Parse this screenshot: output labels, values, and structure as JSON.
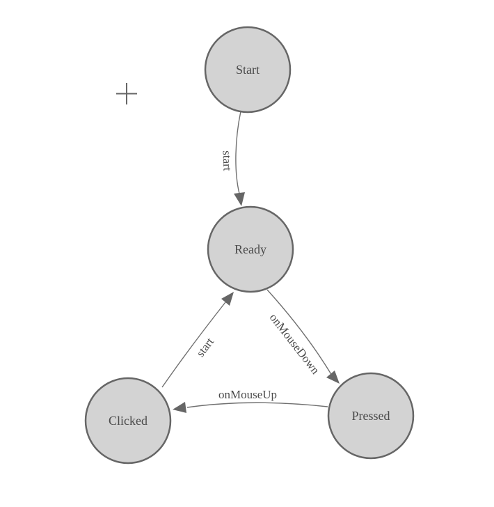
{
  "diagram": {
    "nodes": [
      {
        "id": "start",
        "label": "Start"
      },
      {
        "id": "ready",
        "label": "Ready"
      },
      {
        "id": "clicked",
        "label": "Clicked"
      },
      {
        "id": "pressed",
        "label": "Pressed"
      }
    ],
    "edges": [
      {
        "from": "start",
        "to": "ready",
        "label": "start"
      },
      {
        "from": "ready",
        "to": "pressed",
        "label": "onMouseDown"
      },
      {
        "from": "pressed",
        "to": "clicked",
        "label": "onMouseUp"
      },
      {
        "from": "clicked",
        "to": "ready",
        "label": "start"
      }
    ],
    "colors": {
      "background": "#ffffff",
      "node_fill": "#d3d3d3",
      "node_stroke": "#666666",
      "edge_stroke": "#707070",
      "arrow_fill": "#666666",
      "label_text": "#4a4a4a"
    },
    "origin_marker": {
      "icon": "plus-crosshair"
    }
  }
}
